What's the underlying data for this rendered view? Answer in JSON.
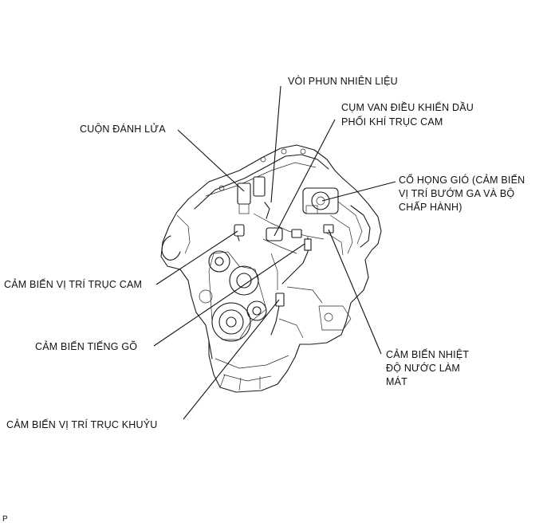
{
  "labels": {
    "fuel_injector": "VÒI PHUN NHIÊN LIỆU",
    "ocv_line1": "CỤM VAN ĐIỀU KHIỂN DẦU",
    "ocv_line2": "PHỐI KHÍ TRỤC CAM",
    "ignition_coil": "CUỘN ĐÁNH LỬA",
    "throttle_line1": "CỔ HỌNG GIÓ (CẢM BIẾN",
    "throttle_line2": "VỊ TRÍ BƯỚM GA VÀ BỘ",
    "throttle_line3": "CHẤP HÀNH)",
    "cam_sensor": "CẢM BIẾN VỊ TRÍ TRỤC CAM",
    "knock_sensor": "CẢM BIẾN TIẾNG GÕ",
    "ect_line1": "CẢM BIẾN NHIỆT",
    "ect_line2": "ĐỘ NƯỚC LÀM",
    "ect_line3": "MÁT",
    "crank_sensor": "CẢM BIẾN VỊ TRÍ TRỤC KHUỶU"
  },
  "corner_mark": "P"
}
